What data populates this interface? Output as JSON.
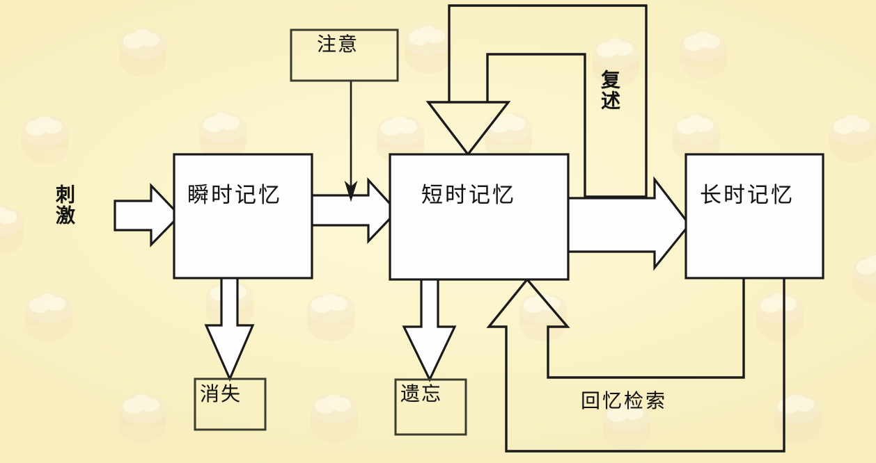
{
  "diagram": {
    "title": "Memory Information Processing Model",
    "background_color": "#fbf3c8",
    "line_color": "#1a1a1a",
    "box_fill": "#fdfdfd",
    "transparent_fill": "none",
    "nodes": [
      {
        "id": "sensory",
        "label": "瞬时记忆",
        "fill": "white"
      },
      {
        "id": "short",
        "label": "短时记忆",
        "fill": "white"
      },
      {
        "id": "long",
        "label": "长时记忆",
        "fill": "white"
      },
      {
        "id": "attention",
        "label": "注意",
        "fill": "transparent"
      },
      {
        "id": "decay",
        "label": "消失",
        "fill": "transparent"
      },
      {
        "id": "forget",
        "label": "遗忘",
        "fill": "transparent"
      }
    ],
    "edge_labels": [
      {
        "id": "stimulus",
        "label": "刺激",
        "orientation": "vertical"
      },
      {
        "id": "rehearsal",
        "label": "复述",
        "orientation": "vertical"
      },
      {
        "id": "retrieval",
        "label": "回忆检索",
        "orientation": "horizontal"
      }
    ]
  }
}
